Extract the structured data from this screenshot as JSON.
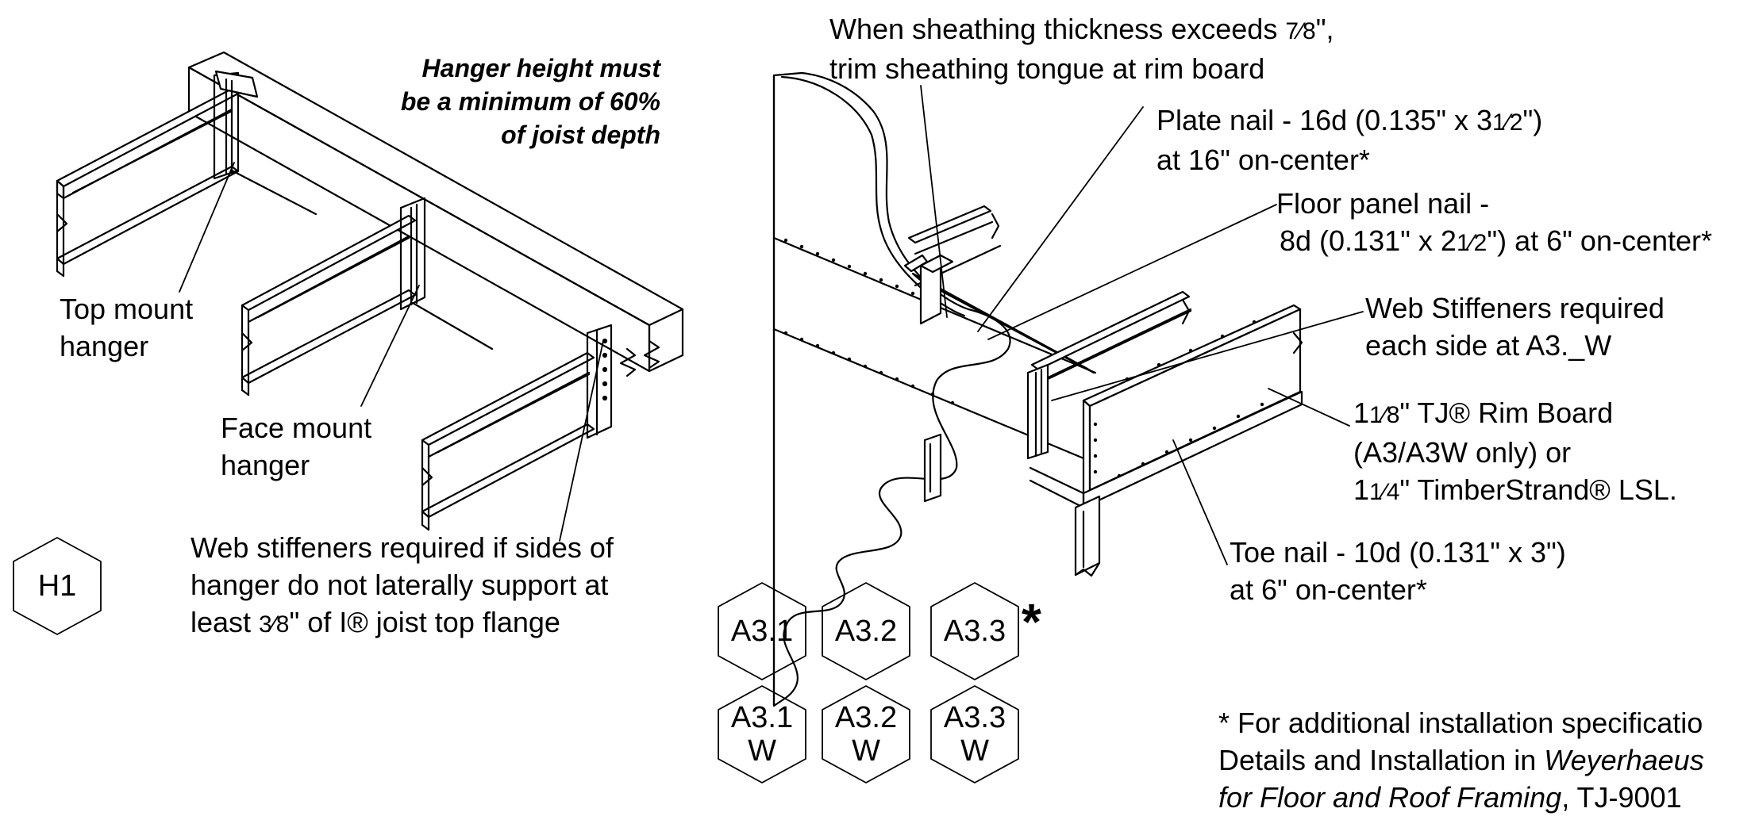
{
  "left_detail": {
    "hanger_note": [
      "Hanger height must",
      "be a minimum of 60%",
      "of joist depth"
    ],
    "top_mount": [
      "Top mount",
      "hanger"
    ],
    "face_mount": [
      "Face mount",
      "hanger"
    ],
    "web_stiff_note_1": "Web stiffeners required if sides of",
    "web_stiff_note_2": "hanger do not laterally support at",
    "web_stiff_note_3a": "least ",
    "web_stiff_note_3_frac": "3⁄8",
    "web_stiff_note_3b": "\" of I® joist top flange",
    "badge": "H1"
  },
  "right_detail": {
    "sheathing_1a": "When sheathing thickness exceeds ",
    "sheathing_1_frac": "7⁄8",
    "sheathing_1b": "\",",
    "sheathing_2": "trim sheathing tongue at rim board",
    "plate_nail_1a": "Plate nail - 16d (0.135\" x 3",
    "plate_nail_1_frac": "1⁄2",
    "plate_nail_1b": "\")",
    "plate_nail_2": "at 16\" on-center*",
    "floor_nail_1": "Floor panel nail -",
    "floor_nail_2a": "8d (0.131\" x 2",
    "floor_nail_2_frac": "1⁄2",
    "floor_nail_2b": "\") at 6\" on-center*",
    "web_stiff_1": "Web Stiffeners required",
    "web_stiff_2": "each side at A3._W",
    "rim_1a": "1",
    "rim_1_frac": "1⁄8",
    "rim_1b": "\" TJ® Rim Board",
    "rim_2": "(A3/A3W only) or",
    "rim_3a": "1",
    "rim_3_frac": "1⁄4",
    "rim_3b": "\" TimberStrand®  LSL.",
    "toe_nail_1": "Toe nail - 10d (0.131\" x 3\")",
    "toe_nail_2": "at 6\" on-center*",
    "asterisk": "*",
    "badges_row1": [
      "A3.1",
      "A3.2",
      "A3.3"
    ],
    "badges_row2": [
      [
        "A3.1",
        "W"
      ],
      [
        "A3.2",
        "W"
      ],
      [
        "A3.3",
        "W"
      ]
    ],
    "footnote_1": "* For additional installation specificatio",
    "footnote_2a": "Details and Installation in ",
    "footnote_2b": "Weyerhaeus",
    "footnote_3a": "for Floor and Roof Framing",
    "footnote_3b": ", TJ-9001"
  },
  "colors": {
    "line": "#000000",
    "background": "#ffffff"
  }
}
